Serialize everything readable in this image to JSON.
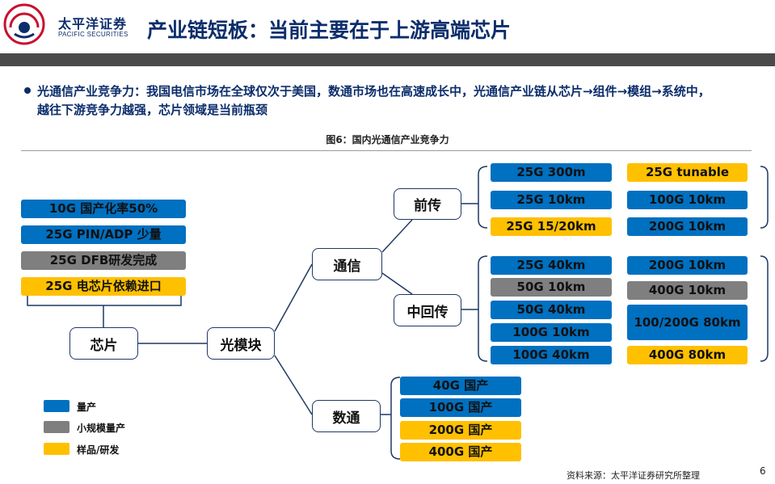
{
  "header": {
    "brand_cn": "太平洋证券",
    "brand_en": "PACIFIC SECURITIES",
    "title": "产业链短板：当前主要在于上游高端芯片",
    "colors": {
      "navy": "#0b2d6b",
      "bar": "#4a4a4a"
    }
  },
  "bullet": {
    "text": "光通信产业竞争力：我国电信市场在全球仅次于美国，数通市场也在高速成长中，光通信产业链从芯片→组件→模组→系统中，越往下游竞争力越强，芯片领域是当前瓶颈"
  },
  "figure": {
    "caption": "图6：国内光通信产业竞争力",
    "nodes": {
      "chip": "芯片",
      "module": "光模块",
      "telecom": "通信",
      "datacom": "数通",
      "fronthaul": "前传",
      "midhaul": "中回传"
    },
    "chip_tags": [
      {
        "label": "10G 国产化率50%",
        "status": "mass"
      },
      {
        "label": "25G PIN/ADP 少量",
        "status": "mass"
      },
      {
        "label": "25G DFB研发完成",
        "status": "small"
      },
      {
        "label": "25G 电芯片依赖进口",
        "status": "sample"
      }
    ],
    "fronthaul_left": [
      {
        "label": "25G 300m",
        "status": "mass"
      },
      {
        "label": "25G 10km",
        "status": "mass"
      },
      {
        "label": "25G 15/20km",
        "status": "sample"
      }
    ],
    "fronthaul_right": [
      {
        "label": "25G tunable",
        "status": "sample"
      },
      {
        "label": "100G 10km",
        "status": "mass"
      },
      {
        "label": "200G 10km",
        "status": "mass"
      }
    ],
    "midhaul_left": [
      {
        "label": "25G 40km",
        "status": "mass"
      },
      {
        "label": "50G 10km",
        "status": "small"
      },
      {
        "label": "50G 40km",
        "status": "mass"
      },
      {
        "label": "100G 10km",
        "status": "mass"
      },
      {
        "label": "100G 40km",
        "status": "mass"
      }
    ],
    "midhaul_right": [
      {
        "label": "200G 10km",
        "status": "mass"
      },
      {
        "label": "400G 10km",
        "status": "small"
      },
      {
        "label": "100/200G 80km",
        "status": "mass"
      },
      {
        "label": "400G 80km",
        "status": "sample"
      }
    ],
    "datacom_tags": [
      {
        "label": "40G 国产",
        "status": "mass"
      },
      {
        "label": "100G 国产",
        "status": "mass"
      },
      {
        "label": "200G 国产",
        "status": "sample"
      },
      {
        "label": "400G 国产",
        "status": "sample"
      }
    ],
    "legend": [
      {
        "label": "量产",
        "color": "#0070c0"
      },
      {
        "label": "小规模量产",
        "color": "#7f7f7f"
      },
      {
        "label": "样品/研发",
        "color": "#ffc000"
      }
    ],
    "status_colors": {
      "mass": "#0070c0",
      "small": "#7f7f7f",
      "sample": "#ffc000"
    }
  },
  "footer": {
    "source": "资料来源：太平洋证券研究所整理",
    "page": "6"
  }
}
